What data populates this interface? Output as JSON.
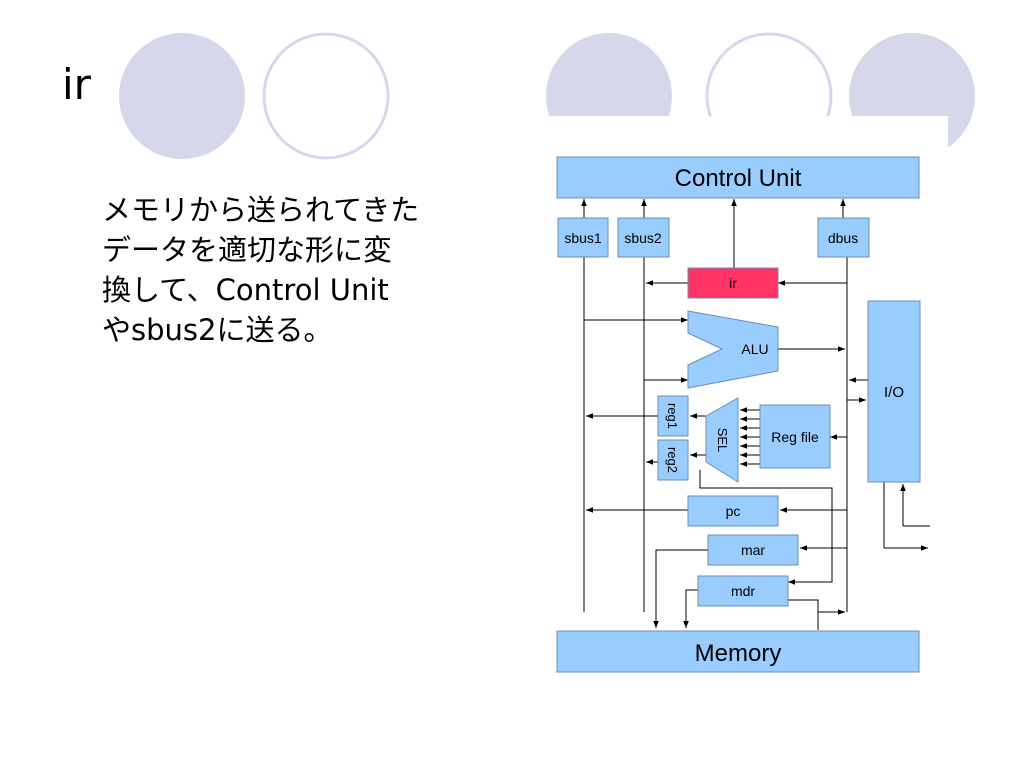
{
  "slide": {
    "title": "ir",
    "body_lines": [
      "メモリから送られてきた",
      "データを適切な形に変",
      "換して、Control Unit",
      "やsbus2に送る。"
    ]
  },
  "diagram": {
    "control_unit": "Control Unit",
    "memory": "Memory",
    "sbus1": "sbus1",
    "sbus2": "sbus2",
    "dbus": "dbus",
    "ir": "ir",
    "alu": "ALU",
    "io": "I/O",
    "reg1": "reg1",
    "reg2": "reg2",
    "sel": "SEL",
    "reg_file": "Reg file",
    "pc": "pc",
    "mar": "mar",
    "mdr": "mdr"
  },
  "colors": {
    "box_fill": "#99ccff",
    "ir_fill": "#ff3366",
    "circle_fill": "#d7d7ec",
    "circle_stroke": "#d7d7ec"
  }
}
